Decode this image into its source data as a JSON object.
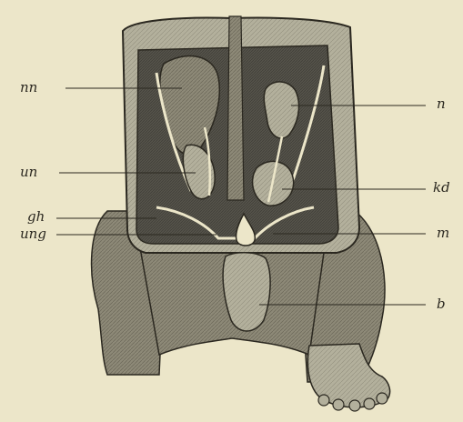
{
  "labels": {
    "nn": "nn",
    "n": "n",
    "un": "un",
    "kd": "kd",
    "gh": "gh",
    "ung": "ung",
    "m": "m",
    "b": "b"
  },
  "colors": {
    "paper": "#ece6c9",
    "ink": "#2b2820",
    "body_shade": "#8a8676",
    "organ_shade": "#9c9a86",
    "cavity": "#5e5c50"
  }
}
